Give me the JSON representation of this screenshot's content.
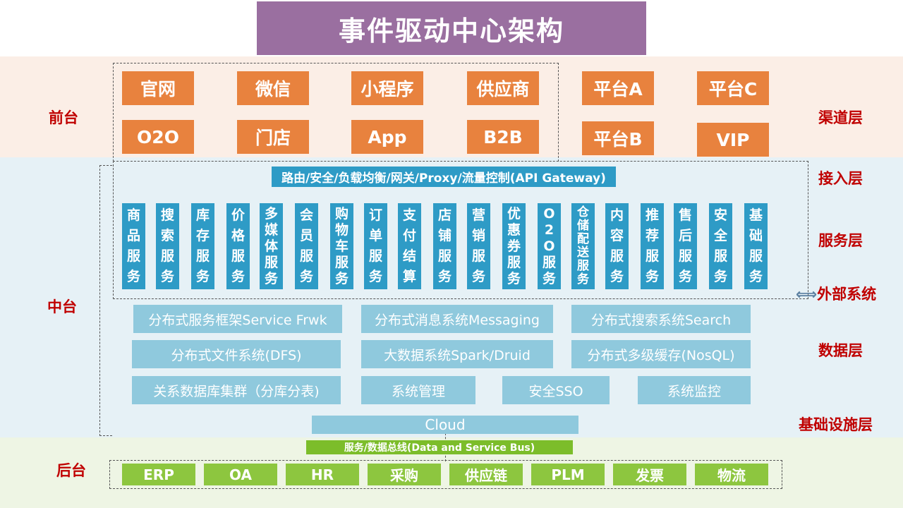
{
  "title": "事件驱动中心架构",
  "left_labels": {
    "front": "前台",
    "middle": "中台",
    "back": "后台"
  },
  "right_labels": {
    "channel": "渠道层",
    "access": "接入层",
    "service": "服务层",
    "external": "外部系统",
    "data": "数据层",
    "infra": "基础设施层"
  },
  "channels": [
    "官网",
    "微信",
    "小程序",
    "供应商",
    "平台A",
    "平台C",
    "O2O",
    "门店",
    "App",
    "B2B",
    "平台B",
    "VIP"
  ],
  "gateway": "路由/安全/负载均衡/网关/Proxy/流量控制(API Gateway)",
  "services": [
    "商品服务",
    "搜索服务",
    "库存服务",
    "价格服务",
    "多媒体服务",
    "会员服务",
    "购物车服务",
    "订单服务",
    "支付结算",
    "店铺服务",
    "营销服务",
    "优惠券服务",
    "O2O服务",
    "仓储配送服务",
    "内容服务",
    "推荐服务",
    "售后服务",
    "安全服务",
    "基础服务"
  ],
  "data_systems": [
    "分布式服务框架Service Frwk",
    "分布式消息系统Messaging",
    "分布式搜索系统Search",
    "分布式文件系统(DFS)",
    "大数据系统Spark/Druid",
    "分布式多级缓存(NosQL)",
    "关系数据库集群（分库分表)",
    "系统管理",
    "安全SSO",
    "系统监控"
  ],
  "cloud": "Cloud",
  "bus": "服务/数据总线(Data and Service Bus)",
  "backend": [
    "ERP",
    "OA",
    "HR",
    "采购",
    "供应链",
    "PLM",
    "发票",
    "物流"
  ],
  "colors": {
    "title": "#9a6fa0",
    "channel": "#e8823e",
    "service": "#2e9bc6",
    "infra": "#8fc9dd",
    "backend": "#8dc63f",
    "label": "#c00000"
  }
}
